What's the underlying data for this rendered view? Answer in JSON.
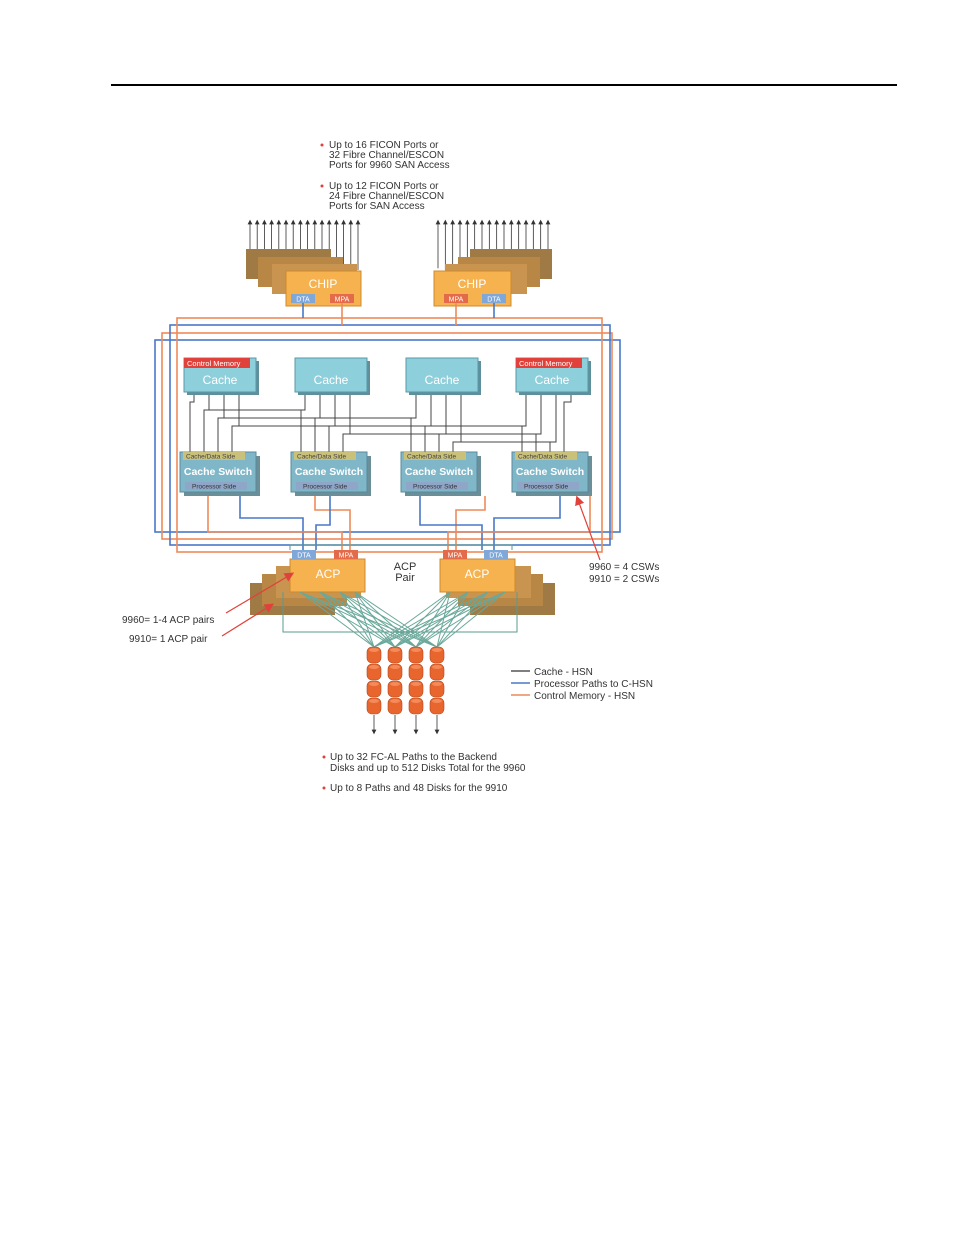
{
  "colors": {
    "cache_hsn": "#555555",
    "processor_paths": "#4a78c8",
    "control_memory": "#ee8a5a",
    "chip_fill": "#f5b24e",
    "card_back": "#b88745",
    "cache_fill": "#8ecfdc",
    "switch_fill": "#7fb7c9",
    "disk_fill": "#e8652e",
    "accent_red": "#e0413b"
  },
  "notes_top": {
    "line1a": "Up to 16 FICON Ports or",
    "line1b": "32 Fibre Channel/ESCON",
    "line1c": "Ports for 9960 SAN Access",
    "line2a": "Up to 12 FICON Ports or",
    "line2b": "24 Fibre Channel/ESCON",
    "line2c": "Ports for SAN Access"
  },
  "chips": {
    "left": {
      "label": "CHIP",
      "port_a": "DTA",
      "port_b": "MPA"
    },
    "right": {
      "label": "CHIP",
      "port_a": "MPA",
      "port_b": "DTA"
    }
  },
  "caches": {
    "labels": [
      "Cache",
      "Cache",
      "Cache",
      "Cache"
    ],
    "control_memory": "Control Memory"
  },
  "switches": {
    "label": "Cache Switch",
    "top_tag": "Cache/Data Side",
    "bottom_tag": "Processor Side"
  },
  "acp": {
    "left": {
      "label": "ACP",
      "port_a": "DTA",
      "port_b": "MPA"
    },
    "right": {
      "label": "ACP",
      "port_a": "MPA",
      "port_b": "DTA"
    },
    "pair_line1": "ACP",
    "pair_line2": "Pair"
  },
  "annotations": {
    "csw_line1": "9960 = 4 CSWs",
    "csw_line2": "9910 = 2 CSWs",
    "acp_line1": "9960= 1-4 ACP pairs",
    "acp_line2": "9910= 1 ACP pair"
  },
  "legend": {
    "cache": "Cache - HSN",
    "processor": "Processor Paths to C-HSN",
    "control": "Control Memory - HSN"
  },
  "notes_bottom": {
    "line1a": "Up to 32 FC-AL Paths to the Backend",
    "line1b": "Disks and up to 512 Disks Total for the 9960",
    "line2": "Up to 8 Paths and 48 Disks for the 9910"
  }
}
